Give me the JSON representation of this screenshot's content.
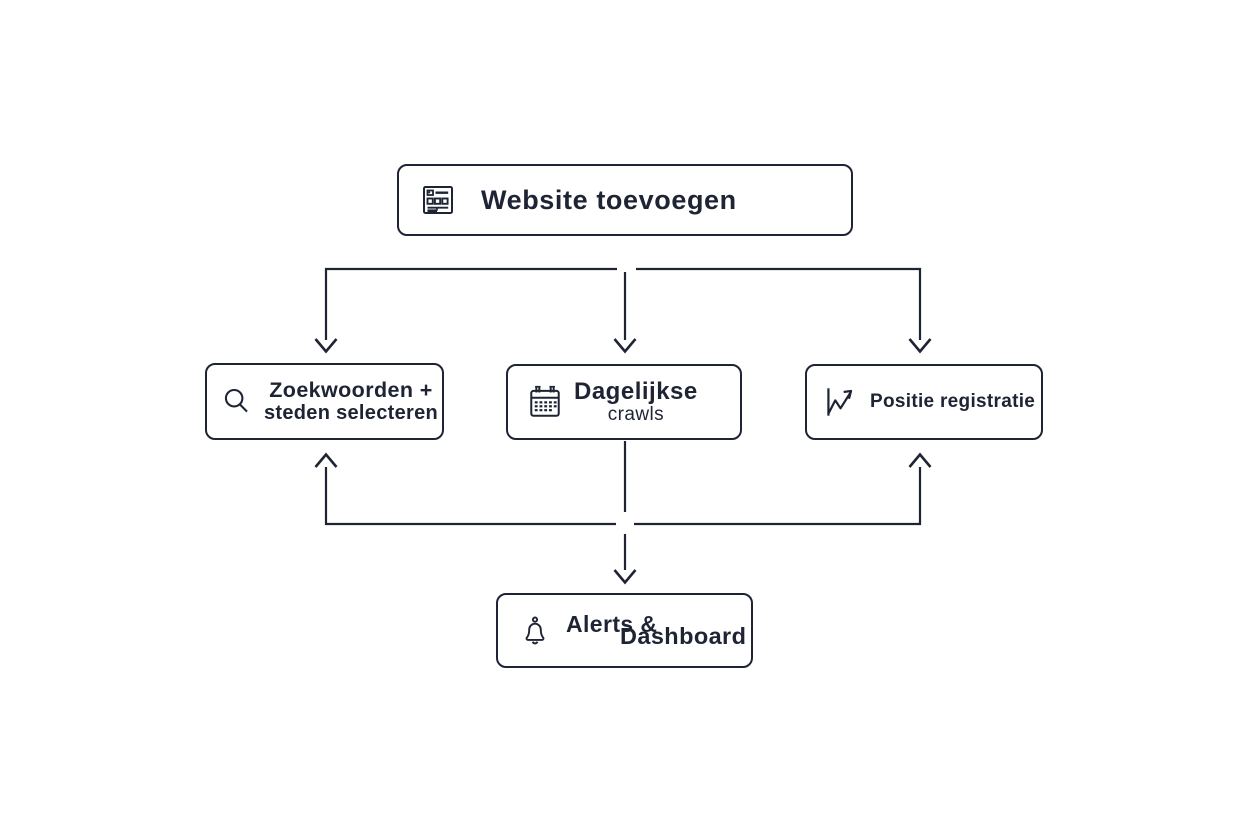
{
  "colors": {
    "background": "#ffffff",
    "ink": "#1e2433"
  },
  "diagram": {
    "type": "flowchart",
    "nodes": {
      "website": {
        "label": "Website toevoegen",
        "icon": "website-wireframe-icon"
      },
      "keywords": {
        "line1": "Zoekwoorden +",
        "line2": "steden selecteren",
        "icon": "search-icon"
      },
      "crawls": {
        "line1": "Dagelijkse",
        "line2": "crawls",
        "icon": "calendar-icon"
      },
      "position": {
        "label": "Positie registratie",
        "icon": "line-chart-up-icon"
      },
      "alerts": {
        "line1": "Alerts &",
        "line2": "Dashboard",
        "icon": "bell-icon"
      }
    },
    "edges": [
      "website -> keywords",
      "website -> crawls",
      "website -> position",
      "crawls -> alerts",
      "feedback-line -> keywords (up arrow)",
      "feedback-line -> position (up arrow)"
    ]
  }
}
